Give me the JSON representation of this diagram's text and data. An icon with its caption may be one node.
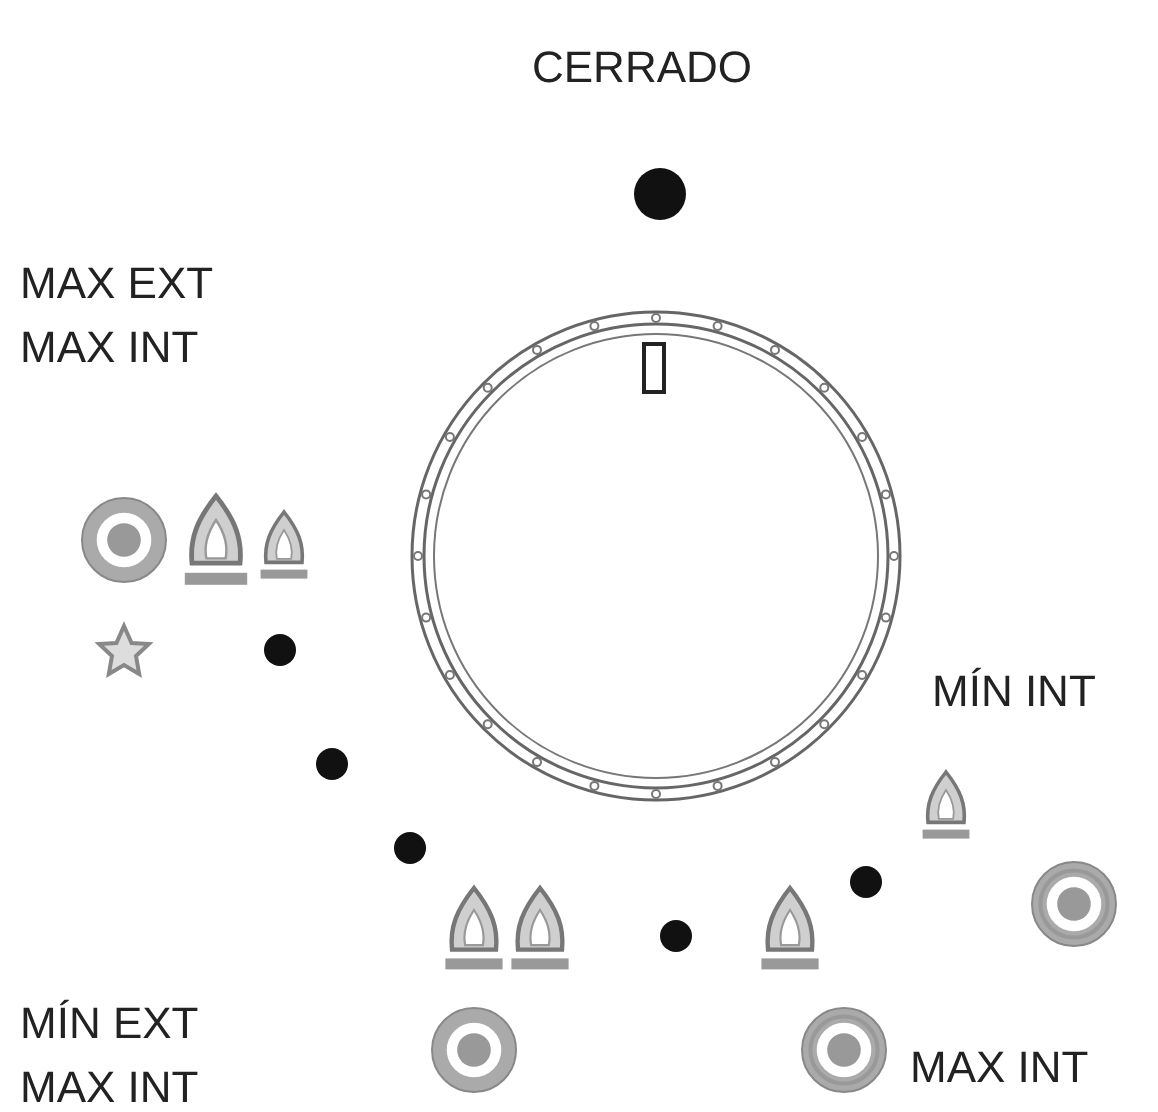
{
  "diagram": {
    "labels": [
      "CERRADO",
      "MAX EXT MAX INT",
      "MÍN INT",
      "MÍN EXT MAX INT",
      "MAX INT"
    ]
  }
}
